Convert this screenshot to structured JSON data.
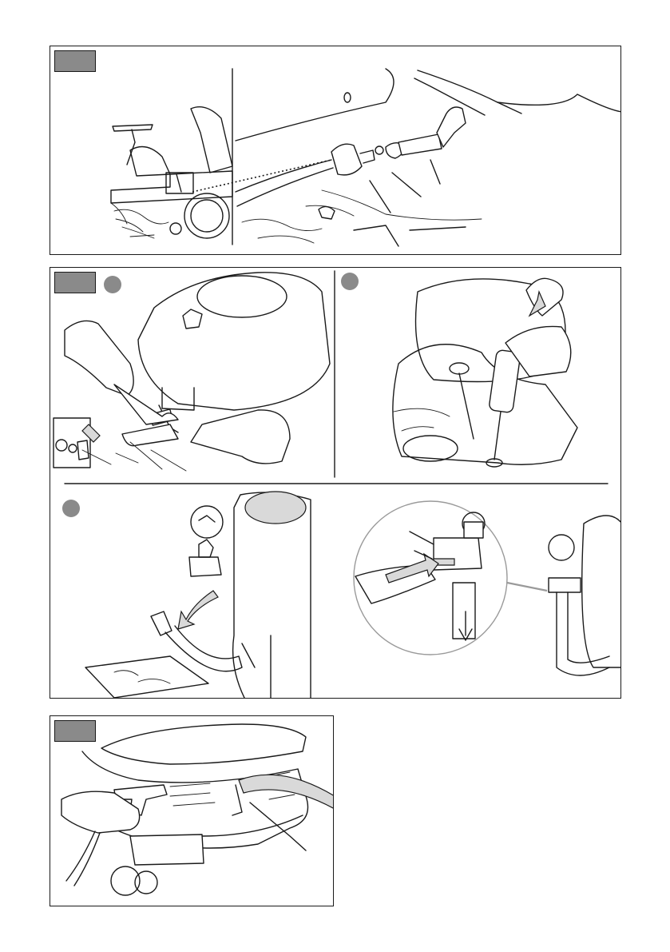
{
  "page": {
    "figures": [
      {
        "id": "fuel-line-figure",
        "steps": []
      },
      {
        "id": "oil-change-figure",
        "steps": [
          "",
          "",
          ""
        ]
      },
      {
        "id": "cleaning-figure",
        "steps": []
      }
    ]
  }
}
